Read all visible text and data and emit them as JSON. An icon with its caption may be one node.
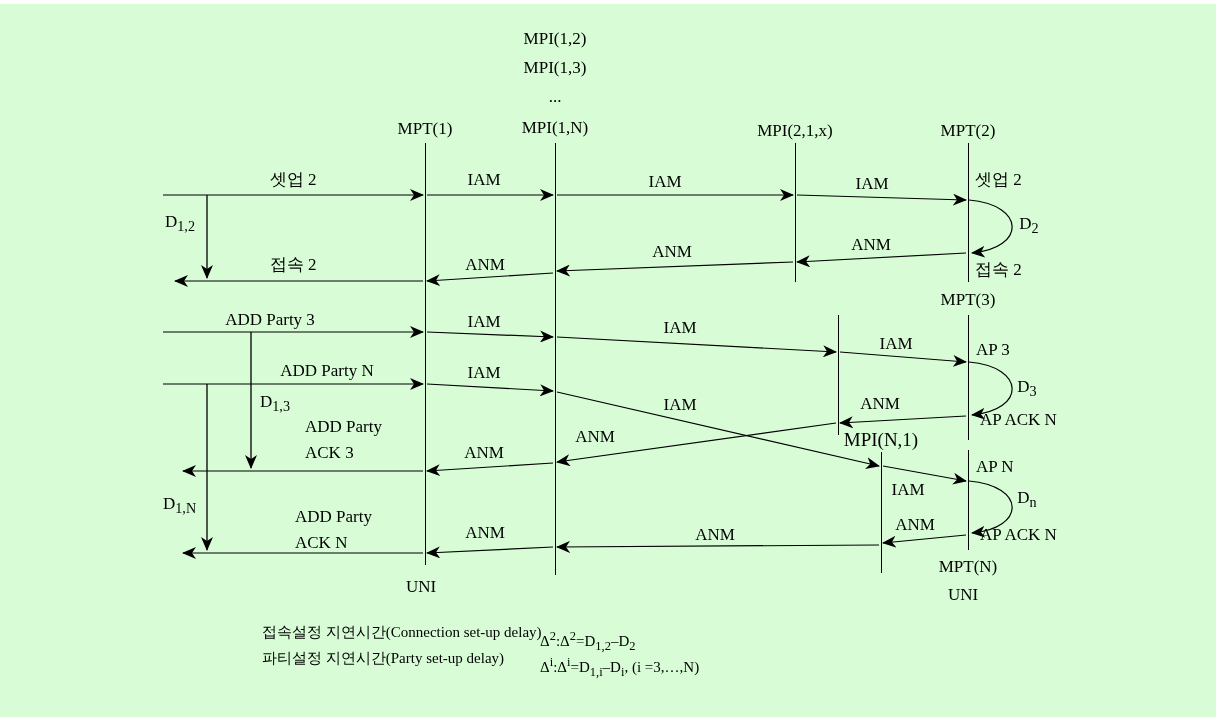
{
  "diagram": {
    "nodes": [
      {
        "text": [
          "MPT(1)"
        ],
        "beside": [
          "UNI"
        ]
      },
      {
        "text": [
          "MPI(1,2)",
          "MPI(1,3)",
          "...",
          "MPI(1,N)"
        ]
      },
      {
        "text": [
          "MPI(2,1,x)"
        ]
      },
      {
        "text": [
          "MPT(2)"
        ],
        "beside": [
          "셋업 2",
          "접속 2"
        ]
      },
      {
        "text": [
          "MPT(3)"
        ],
        "beside": [
          "AP 3",
          "AP ACK N"
        ]
      },
      {
        "text": [],
        "shape": "line"
      },
      {
        "text": [
          "MPI(N,1)"
        ]
      },
      {
        "text": [
          "MPT(N)"
        ],
        "beside": [
          "AP N",
          "AP ACK N",
          "UNI"
        ]
      }
    ],
    "edges": [
      {
        "from": null,
        "to": 0,
        "arrow": "to",
        "label": "셋업 2"
      },
      {
        "from": 0,
        "to": 1,
        "arrow": "to",
        "label": "IAM"
      },
      {
        "from": 1,
        "to": 2,
        "arrow": "to",
        "label": "IAM"
      },
      {
        "from": 2,
        "to": 3,
        "arrow": "to",
        "label": "IAM"
      },
      {
        "from": 3,
        "to": 3,
        "arrow": "to",
        "label": "D$_{2}$"
      },
      {
        "from": 3,
        "to": 2,
        "arrow": "to",
        "label": "ANM"
      },
      {
        "from": 2,
        "to": 1,
        "arrow": "to",
        "label": "ANM"
      },
      {
        "from": 1,
        "to": 0,
        "arrow": "to",
        "label": "ANM"
      },
      {
        "from": 0,
        "to": null,
        "arrow": "to",
        "label": "접속 2"
      },
      {
        "from": null,
        "to": 0,
        "arrow": "to",
        "label": "ADD Party 3"
      },
      {
        "from": 0,
        "to": 1,
        "arrow": "to",
        "label": "IAM"
      },
      {
        "from": 1,
        "to": 5,
        "arrow": "to",
        "label": "IAM"
      },
      {
        "from": 5,
        "to": 4,
        "arrow": "to",
        "label": "IAM"
      },
      {
        "from": 4,
        "to": 4,
        "arrow": "to",
        "label": "D$_{3}$"
      },
      {
        "from": null,
        "to": 0,
        "arrow": "to",
        "label": "ADD Party N"
      },
      {
        "from": 0,
        "to": 1,
        "arrow": "to",
        "label": "IAM"
      },
      {
        "from": 1,
        "to": 6,
        "arrow": "to",
        "label": "IAM"
      },
      {
        "from": 6,
        "to": 7,
        "arrow": "to",
        "label": "IAM"
      },
      {
        "from": 7,
        "to": 7,
        "arrow": "to",
        "label": "D$_{n}$"
      },
      {
        "from": 4,
        "to": 5,
        "arrow": "to",
        "label": "ANM"
      },
      {
        "from": 5,
        "to": 1,
        "arrow": "to",
        "label": "ANM"
      },
      {
        "from": 1,
        "to": 0,
        "arrow": "to",
        "label": "ANM"
      },
      {
        "from": 0,
        "to": null,
        "arrow": "to",
        "label": "ADD Party ACK 3"
      },
      {
        "from": 7,
        "to": 6,
        "arrow": "to",
        "label": "ANM"
      },
      {
        "from": 6,
        "to": 1,
        "arrow": "to",
        "label": "ANM"
      },
      {
        "from": 1,
        "to": 0,
        "arrow": "to",
        "label": "ANM"
      },
      {
        "from": 0,
        "to": null,
        "arrow": "to",
        "label": "ADD Party ACK N"
      }
    ],
    "labels": [
      "D$_{1,2}$",
      "D$_{1,3}$",
      "D$_{1,N}$",
      "접속설정 지연시간(Connection set-up delay)",
      "파티설정 지연시간(Party set-up delay)",
      "Δ$^{2}$:Δ$^{2}$=D$_{1,2}$–D$_{2}$",
      "Δ$^{i}$:Δ$^{i}$=D$_{1,i}$–D$_{i}$, (i =3,…,N)"
    ]
  }
}
